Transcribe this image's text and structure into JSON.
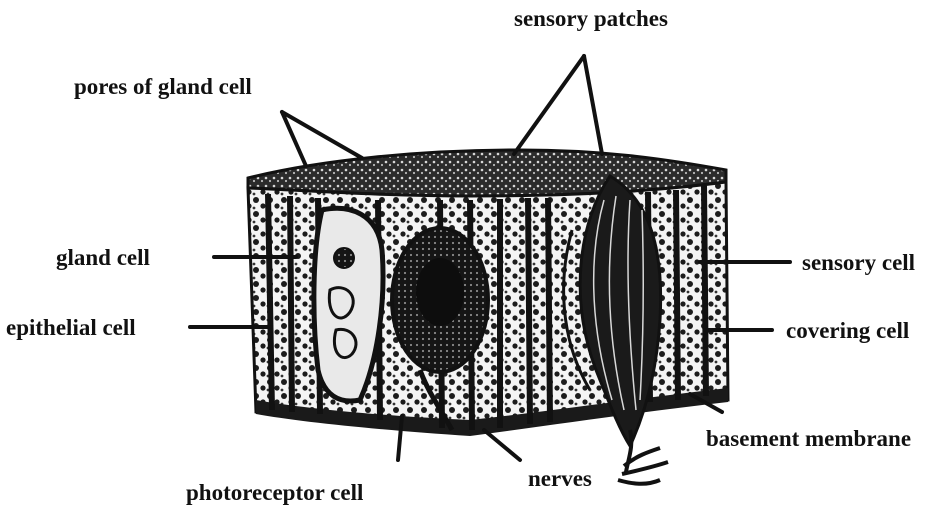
{
  "labels": {
    "sensory_patches": "sensory patches",
    "pores_of_gland_cell": "pores of gland cell",
    "gland_cell": "gland cell",
    "epithelial_cell": "epithelial cell",
    "sensory_cell": "sensory cell",
    "covering_cell": "covering cell",
    "basement_membrane": "basement membrane",
    "nerves": "nerves",
    "photoreceptor_cell": "photoreceptor cell"
  },
  "colors": {
    "ink": "#111111",
    "paper": "#ffffff",
    "tissue_dark": "#2a2a2a",
    "tissue_light": "#f2f2f2"
  }
}
